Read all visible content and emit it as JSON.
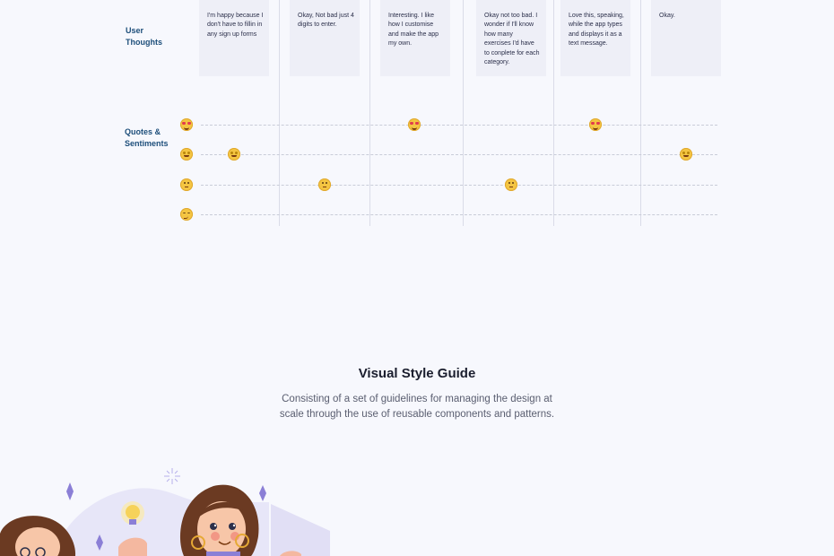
{
  "row_labels": {
    "user_thoughts": "User\nThoughts",
    "quotes_sentiments": "Quotes &\nSentiments"
  },
  "thought_cards": [
    "I'm happy because I don't have to fillin in any sign up forms",
    "Okay, Not bad just 4 digits to enter.",
    "Interesting. I like how I customise and make the app my own.",
    "Okay not too bad. I wonder if I'll know how many exercises I'd have to conplete for each category.",
    "Love this, speaking, while the app types and displays it as a text message.",
    "Okay."
  ],
  "sentiment_levels": [
    "love-eyes-emoji",
    "star-struck-emoji",
    "thinking-emoji",
    "smirk-emoji"
  ],
  "sentiment_points": [
    {
      "stage": 1,
      "level": "star-struck-emoji"
    },
    {
      "stage": 2,
      "level": "thinking-emoji"
    },
    {
      "stage": 3,
      "level": "love-eyes-emoji"
    },
    {
      "stage": 4,
      "level": "thinking-emoji"
    },
    {
      "stage": 5,
      "level": "love-eyes-emoji"
    },
    {
      "stage": 6,
      "level": "star-struck-emoji"
    }
  ],
  "style_guide": {
    "title": "Visual Style Guide",
    "description": "Consisting of a set of guidelines for managing the design at\nscale through the use of reusable components and patterns."
  },
  "colors": {
    "background": "#f7f8fd",
    "label": "#1d4e7a",
    "card": "#eeeff7",
    "accent": "#8b7fd6"
  }
}
